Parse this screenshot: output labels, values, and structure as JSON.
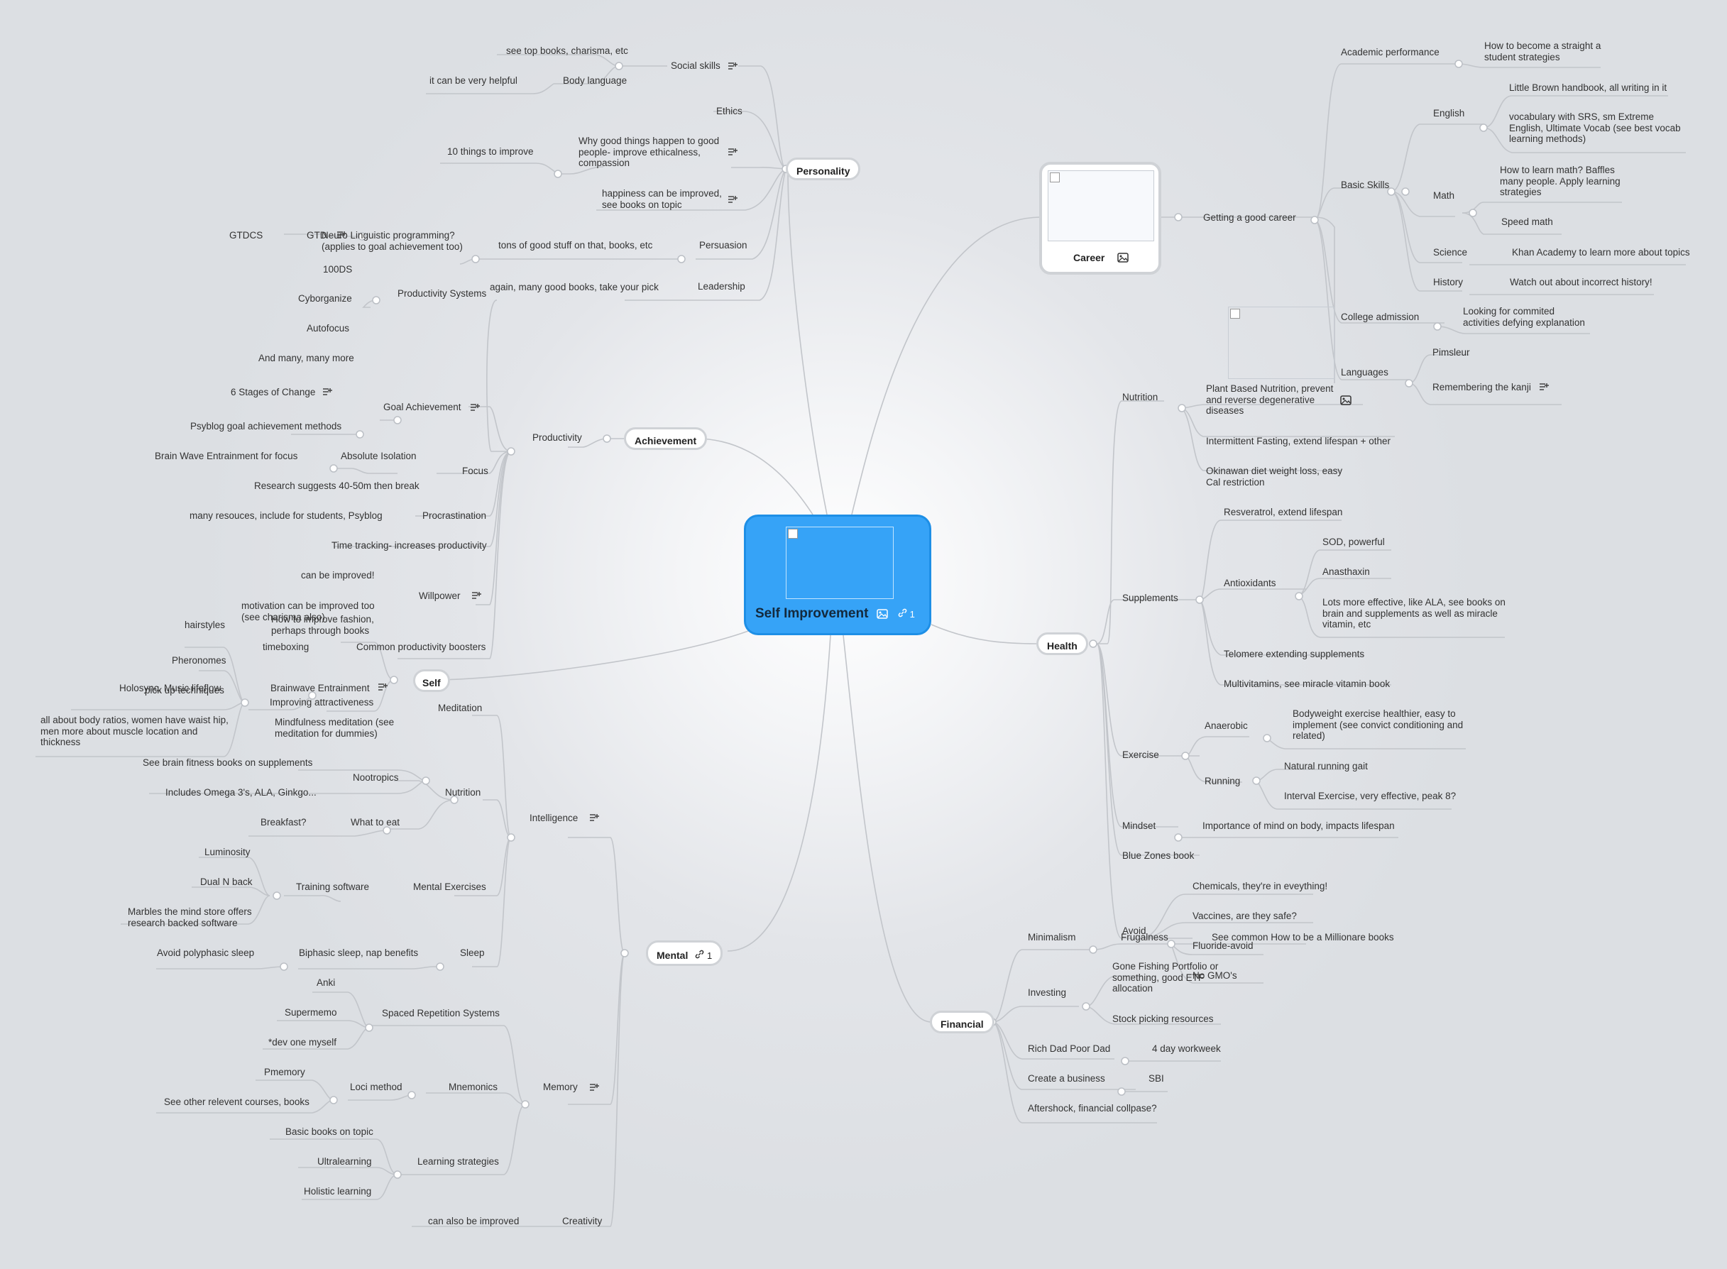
{
  "root": {
    "title": "Self Improvement",
    "link_count": "1"
  },
  "career": {
    "title": "Career"
  },
  "branches": {
    "personality": "Personality",
    "achievement": "Achievement",
    "self": "Self",
    "mental": "Mental",
    "mental_link_count": "1",
    "health": "Health",
    "financial": "Financial"
  },
  "personality": {
    "social_skills": "Social skills",
    "see_top_books": "see top books, charisma, etc",
    "body_language": "Body language",
    "very_helpful": "it can be very helpful",
    "ethics": "Ethics",
    "why_good_things": "Why good things happen to good people- improve ethicalness, compassion",
    "ten_things": "10 things to improve",
    "happiness": "happiness can be improved, see books on topic",
    "persuasion": "Persuasion",
    "nlp": "Neuro Linguistic programming? (applies to goal achievement too)",
    "tons": "tons of good stuff on that, books, etc",
    "leadership": "Leadership",
    "good_books": "again, many good books, take your pick"
  },
  "achievement": {
    "productivity": "Productivity",
    "productivity_systems": "Productivity Systems",
    "gtd": "GTD",
    "gtdcs": "GTDCS",
    "100ds": "100DS",
    "cyborganize": "Cyborganize",
    "autofocus": "Autofocus",
    "many_more": "And many, many more",
    "goal_achievement": "Goal Achievement",
    "six_stages": "6 Stages of Change",
    "psyblog_goal": "Psyblog goal achievement methods",
    "focus": "Focus",
    "absolute_isolation": "Absolute Isolation",
    "brain_wave": "Brain Wave Entrainment for focus",
    "research_40": "Research suggests 40-50m then break",
    "procrastination": "Procrastination",
    "many_resources": "many resouces, include for students, Psyblog",
    "time_tracking": "Time tracking- increases productivity",
    "willpower": "Willpower",
    "can_be_improved": "can be improved!",
    "motivation": "motivation can be improved too (see charisma also)",
    "common_boosters": "Common productivity boosters",
    "timeboxing": "timeboxing",
    "brainwave_entrainment": "Brainwave Entrainment",
    "holosync": "Holosync, Music lifeflow",
    "mindfulness": "Mindfulness meditation (see meditation for dummies)"
  },
  "self": {
    "improving_attractiveness": "Improving attractiveness",
    "fashion": "How to improve fashion, perhaps through books",
    "hairstyles": "hairstyles",
    "pheronomes": "Pheronomes",
    "pickup": "pick up techniques",
    "body_ratios": "all about body ratios, women have waist hip, men more about muscle location and thickness"
  },
  "mental": {
    "intelligence": "Intelligence",
    "meditation": "Meditation",
    "nutrition": "Nutrition",
    "nootropics": "Nootropics",
    "brain_fitness": "See brain fitness books on supplements",
    "omega": "Includes Omega 3's, ALA, Ginkgo...",
    "what_to_eat": "What to eat",
    "breakfast": "Breakfast?",
    "mental_exercises": "Mental Exercises",
    "training_software": "Training software",
    "luminosity": "Luminosity",
    "dual_n_back": "Dual N back",
    "marbles": "Marbles the mind store offers research backed software",
    "sleep": "Sleep",
    "biphasic": "Biphasic sleep, nap benefits",
    "avoid_polyphasic": "Avoid polyphasic sleep",
    "memory": "Memory",
    "srs": "Spaced Repetition Systems",
    "anki": "Anki",
    "supermemo": "Supermemo",
    "dev_one": "*dev one myself",
    "mnemonics": "Mnemonics",
    "loci": "Loci method",
    "pmemory": "Pmemory",
    "other_courses": "See other relevent courses, books",
    "learning_strategies": "Learning strategies",
    "basic_books": "Basic books on topic",
    "ultralearning": "Ultralearning",
    "holistic": "Holistic learning",
    "creativity": "Creativity",
    "can_also_improved": "can also be improved"
  },
  "career_branch": {
    "getting_good_career": "Getting a good career",
    "academic_performance": "Academic performance",
    "straight_a": "How to become a straight a student strategies",
    "basic_skills": "Basic Skills",
    "english": "English",
    "little_brown": "Little Brown handbook, all writing in it",
    "vocabulary": "vocabulary with SRS, sm Extreme English, Ultimate Vocab (see best vocab learning methods)",
    "math": "Math",
    "learn_math": "How to learn math? Baffles many people. Apply learning strategies",
    "speed_math": "Speed math",
    "science": "Science",
    "khan": "Khan Academy to learn more about topics",
    "history": "History",
    "incorrect_history": "Watch out about incorrect history!",
    "college_admission": "College admission",
    "looking_for": "Looking for commited activities defying explanation",
    "languages": "Languages",
    "pimsleur": "Pimsleur",
    "kanji": "Remembering the kanji"
  },
  "health": {
    "nutrition": "Nutrition",
    "plant_based": "Plant Based Nutrition, prevent and reverse degenerative diseases",
    "intermittent": "Intermittent Fasting, extend lifespan + other",
    "okinawan": "Okinawan diet weight loss, easy Cal restriction",
    "supplements": "Supplements",
    "resveratrol": "Resveratrol, extend lifespan",
    "antioxidants": "Antioxidants",
    "sod": "SOD, powerful",
    "anasthaxin": "Anasthaxin",
    "lots_more": "Lots more effective, like ALA, see books on brain and supplements as well as miracle vitamin, etc",
    "telomere": "Telomere extending supplements",
    "multivitamins": "Multivitamins, see miracle vitamin book",
    "exercise": "Exercise",
    "anaerobic": "Anaerobic",
    "bodyweight": "Bodyweight exercise healthier, easy to implement (see convict conditioning and related)",
    "running": "Running",
    "natural_gait": "Natural running gait",
    "interval": "Interval Exercise, very effective, peak 8?",
    "mindset": "Mindset",
    "importance_mind": "Importance of mind on body, impacts lifespan",
    "blue_zones": "Blue Zones book",
    "avoid": "Avoid",
    "chemicals": "Chemicals, they're in eveything!",
    "vaccines": "Vaccines, are they safe?",
    "fluoride": "Fluoride-avoid",
    "no_gmo": "No GMO's"
  },
  "financial": {
    "minimalism": "Minimalism",
    "frugalness": "Frugalness",
    "millionare": "See common How to be a Millionare books",
    "investing": "Investing",
    "gone_fishing": "Gone Fishing Portfolio or something, good ETF allocation",
    "stock_picking": "Stock picking resources",
    "rich_dad": "Rich Dad Poor Dad",
    "four_day": "4 day workweek",
    "create_business": "Create a business",
    "sbi": "SBI",
    "aftershock": "Aftershock, financial collpase?"
  },
  "colors": {
    "root": "#36a3f7",
    "line": "#c2c5ca",
    "canvas": "#dcdfe3"
  }
}
